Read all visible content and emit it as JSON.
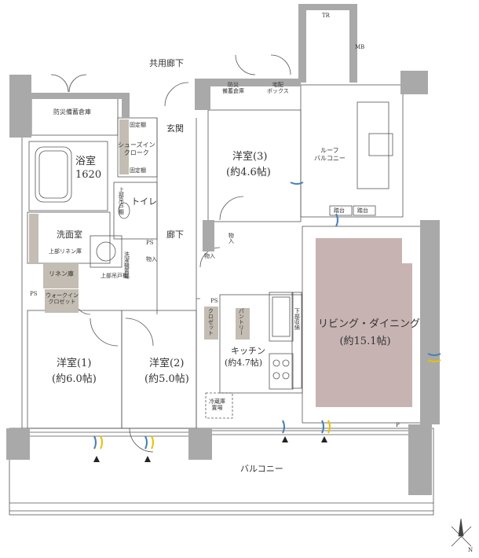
{
  "labels": {
    "corridor": "共用廊下",
    "storage_left": "防災備蓄倉庫",
    "storage_right": "防災\n備蓄倉庫",
    "delivery_box": "宅配\nボックス",
    "tr": "TR",
    "mb": "MB",
    "entrance": "玄関",
    "shoe_closet": "シューズイン\nクローク",
    "fixed_shelf_1": "固定棚",
    "fixed_shelf_2": "固定棚",
    "bath_name": "浴室",
    "bath_size": "1620",
    "toilet": "トイレ",
    "upper_cabinet_toilet": "上部吊戸棚",
    "hall": "廊下",
    "washroom": "洗面室",
    "upper_linen": "上部リネン庫",
    "linen": "リネン庫",
    "washer": "洗濯機置場",
    "ps_wash": "PS",
    "storage_wash": "物入",
    "upper_cabinet_wash": "上部吊戸棚",
    "walkin": "ウォークイン\nクロゼット",
    "ps_left": "PS",
    "room3_name": "洋室(3)",
    "room3_size": "(約4.6帖)",
    "roof_balcony": "ルーフ\nバルコニー",
    "stand_1": "踏台",
    "stand_2": "踏台",
    "storage_room3": "物入",
    "storage_hall": "物入",
    "ps_kitchen": "PS",
    "closet": "クロゼット",
    "pantry": "パントリー",
    "under_floor": "下部収納",
    "kitchen_name": "キッチン",
    "kitchen_size": "(約4.7帖)",
    "fridge": "冷蔵庫\n置場",
    "living_name": "リビング・ダイニング",
    "living_size": "(約15.1帖)",
    "room1_name": "洋室(1)",
    "room1_size": "(約6.0帖)",
    "room2_name": "洋室(2)",
    "room2_size": "(約5.0帖)",
    "p_mark": "P",
    "balcony": "バルコニー",
    "north": "N"
  },
  "colors": {
    "wall": "#a9a9a9",
    "living_fill": "#c8b3b3",
    "storage_fill": "#c4bdb3",
    "line": "#555555",
    "aircon_blue": "#4a7fb0",
    "aircon_yellow": "#e8c200"
  }
}
